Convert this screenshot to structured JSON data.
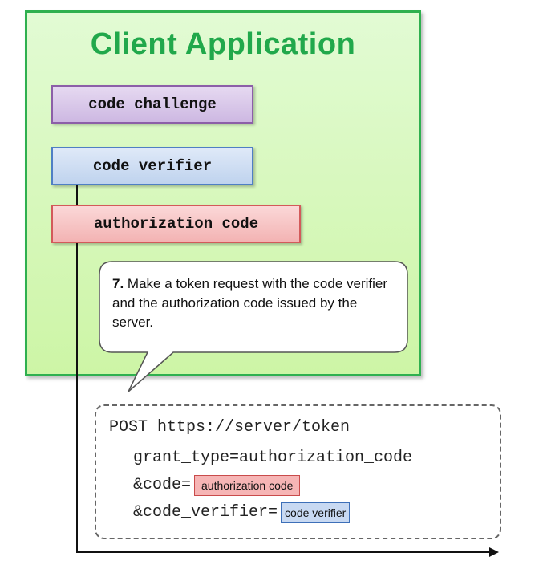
{
  "diagram": {
    "client_title": "Client Application",
    "boxes": {
      "code_challenge": "code challenge",
      "code_verifier": "code verifier",
      "authorization_code": "authorization code"
    },
    "callout": {
      "step_number": "7.",
      "text": " Make a token request with the code verifier and the authorization code issued by the server."
    },
    "request": {
      "line1": "POST https://server/token",
      "line2": "grant_type=authorization_code",
      "line3_prefix": "&code=",
      "line3_chip": "authorization code",
      "line4_prefix": "&code_verifier=",
      "line4_chip": "code verifier"
    },
    "colors": {
      "client_border": "#2fb04f",
      "client_title": "#21a84b",
      "challenge_border": "#8c5fa8",
      "verifier_border": "#4f7fc4",
      "authcode_border": "#d35a5a"
    }
  }
}
